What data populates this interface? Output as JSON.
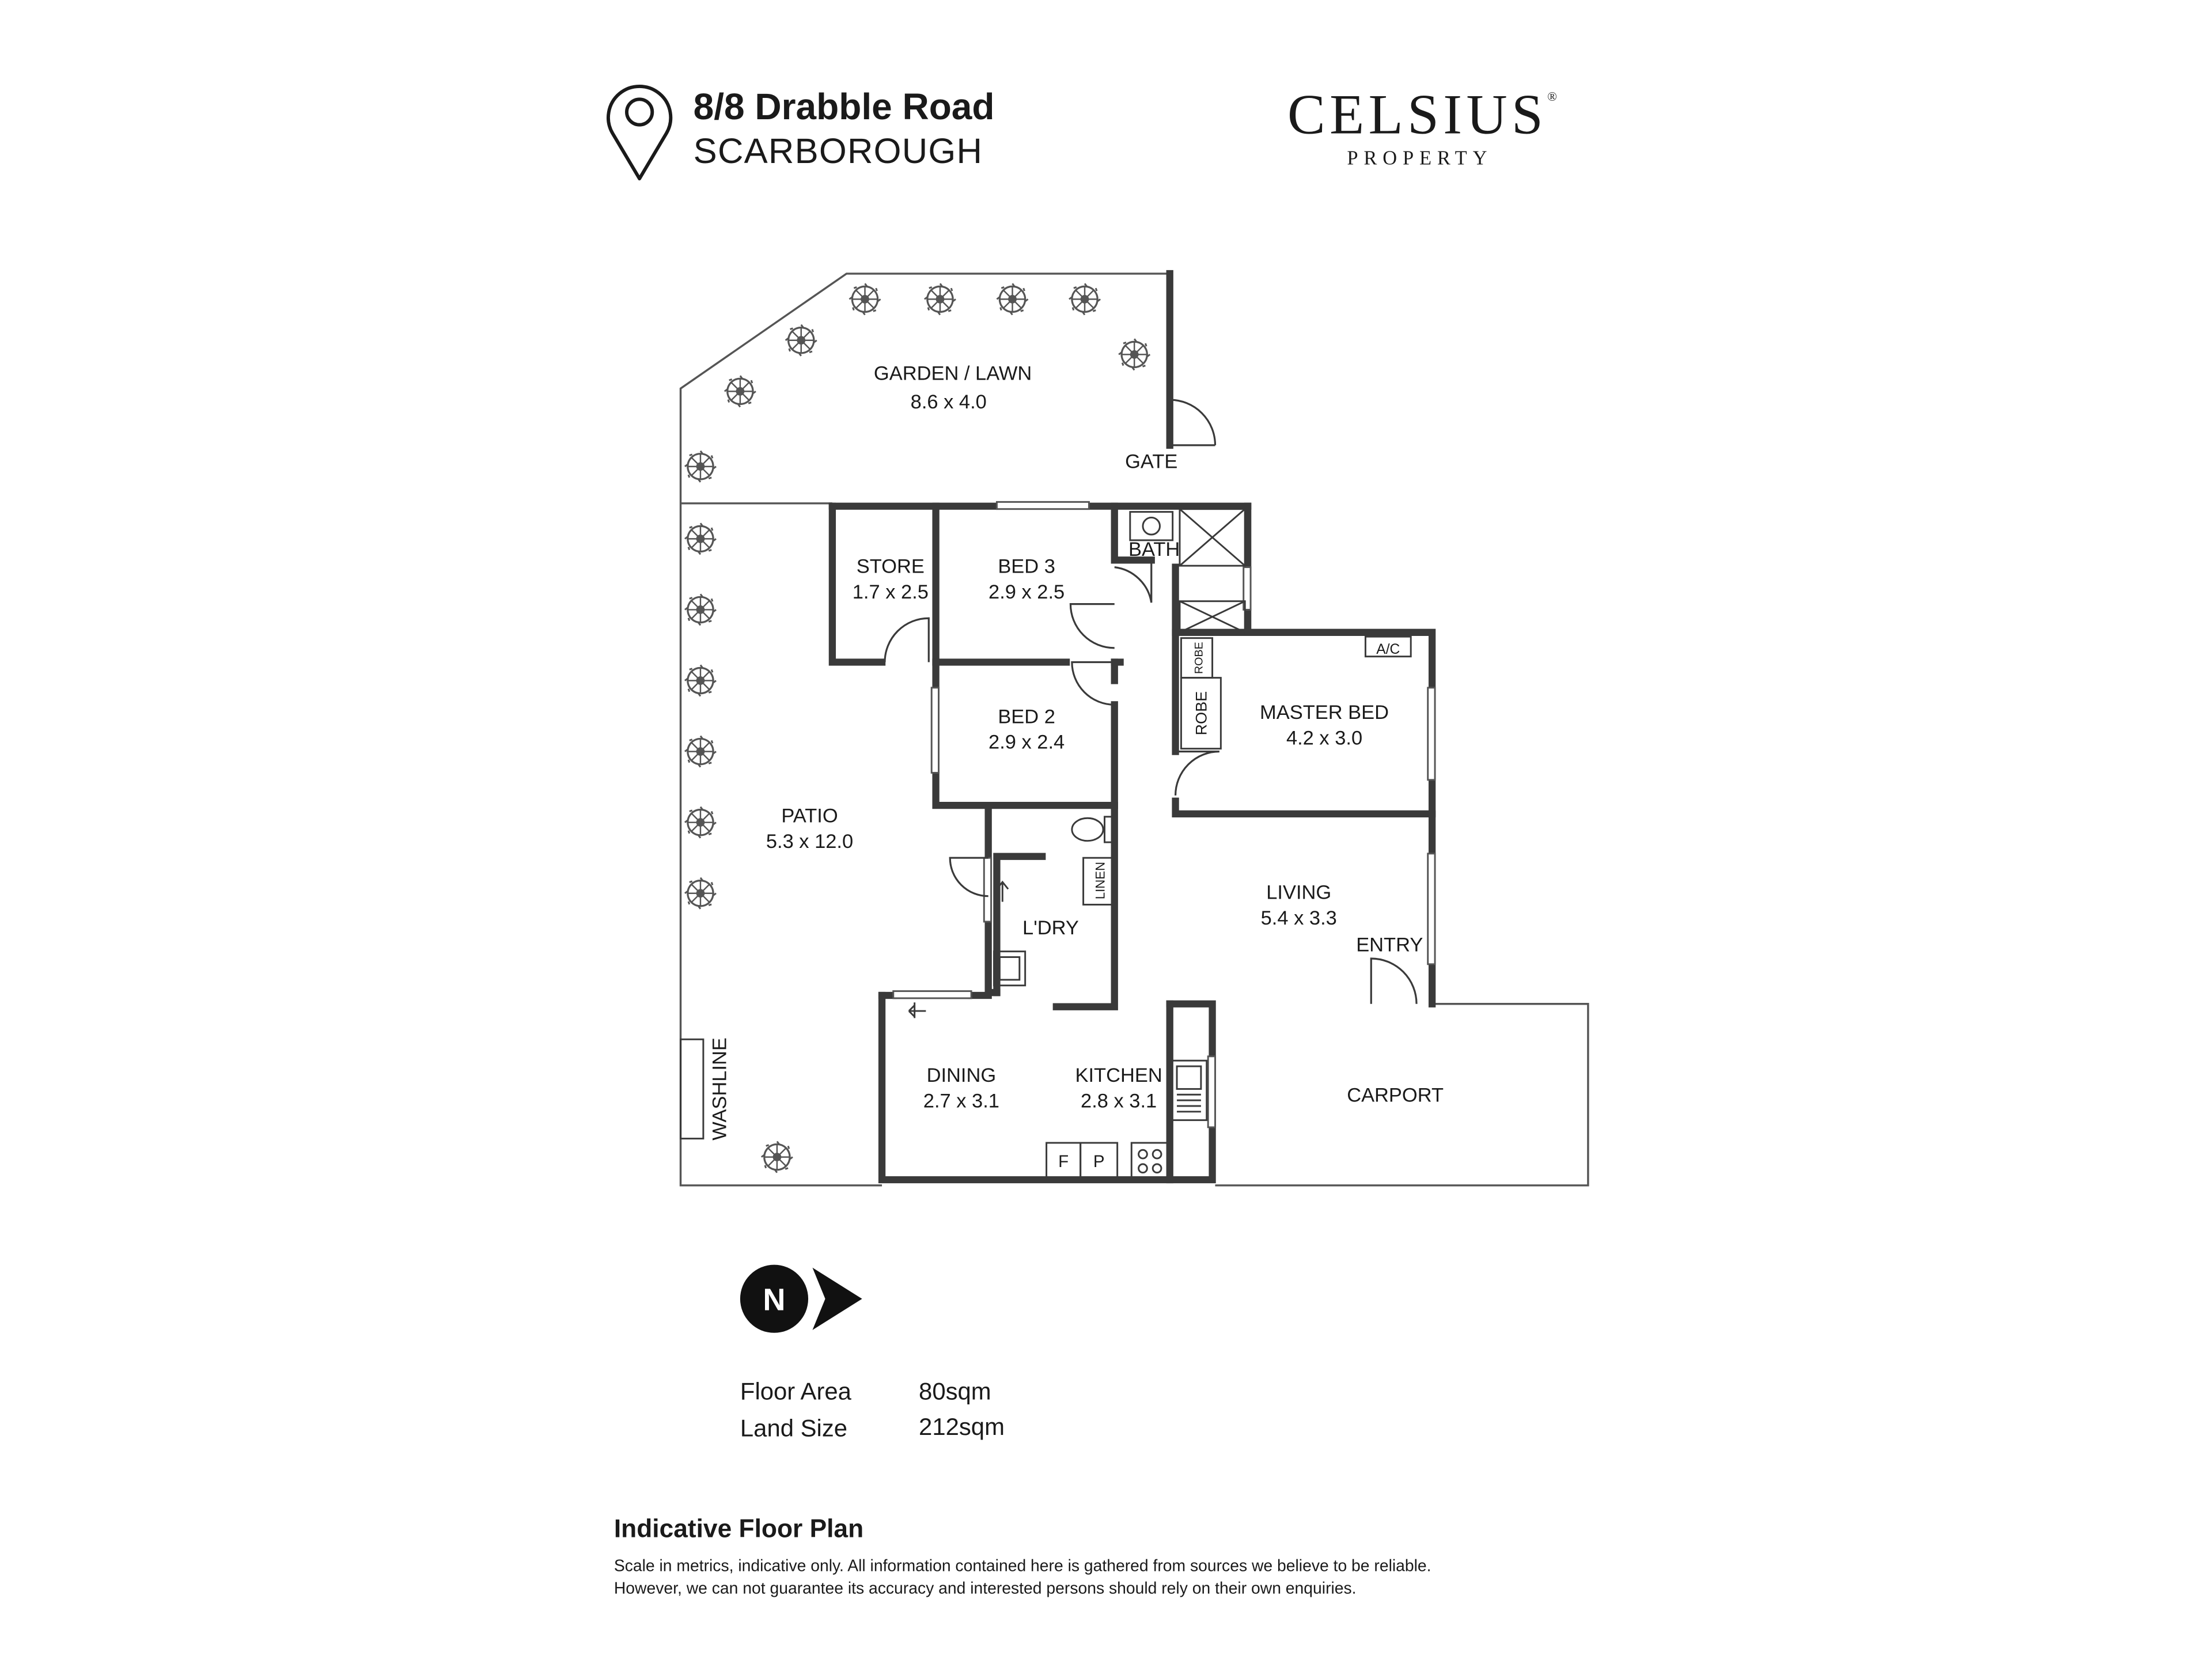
{
  "header": {
    "address_line1": "8/8 Drabble Road",
    "address_line2": "SCARBOROUGH",
    "brand_name": "CELSIUS",
    "brand_mark": "®",
    "brand_sub": "PROPERTY",
    "pin_icon": "location-pin-icon"
  },
  "rooms": {
    "garden": {
      "name": "GARDEN / LAWN",
      "dims": "8.6 x 4.0"
    },
    "gate": {
      "name": "GATE"
    },
    "store": {
      "name": "STORE",
      "dims": "1.7 x 2.5"
    },
    "bed3": {
      "name": "BED 3",
      "dims": "2.9 x 2.5"
    },
    "bath": {
      "name": "BATH"
    },
    "bed2": {
      "name": "BED 2",
      "dims": "2.9 x 2.4"
    },
    "ac": {
      "name": "A/C"
    },
    "robe1": {
      "name": "ROBE"
    },
    "robe2": {
      "name": "ROBE"
    },
    "master": {
      "name": "MASTER BED",
      "dims": "4.2 x 3.0"
    },
    "patio": {
      "name": "PATIO",
      "dims": "5.3 x 12.0"
    },
    "linen": {
      "name": "LINEN"
    },
    "laundry": {
      "name": "L'DRY"
    },
    "living": {
      "name": "LIVING",
      "dims": "5.4 x 3.3"
    },
    "entry": {
      "name": "ENTRY"
    },
    "washline": {
      "name": "WASHLINE"
    },
    "dining": {
      "name": "DINING",
      "dims": "2.7 x 3.1"
    },
    "kitchen": {
      "name": "KITCHEN",
      "dims": "2.8 x 3.1"
    },
    "carport": {
      "name": "CARPORT"
    },
    "fridge": {
      "name": "F"
    },
    "pantry": {
      "name": "P"
    }
  },
  "compass": {
    "label": "N"
  },
  "stats": {
    "floor_area_label": "Floor Area",
    "floor_area_value": "80sqm",
    "land_size_label": "Land Size",
    "land_size_value": "212sqm"
  },
  "disclaimer": {
    "heading": "Indicative Floor Plan",
    "line1": "Scale in metrics, indicative only. All information contained here is gathered from sources we believe to be reliable.",
    "line2": "However, we can not guarantee its accuracy and interested persons should rely on their own enquiries."
  },
  "colors": {
    "wall": "#3a3a3a",
    "outline": "#555555",
    "text": "#1a1a1a",
    "background": "#ffffff"
  }
}
